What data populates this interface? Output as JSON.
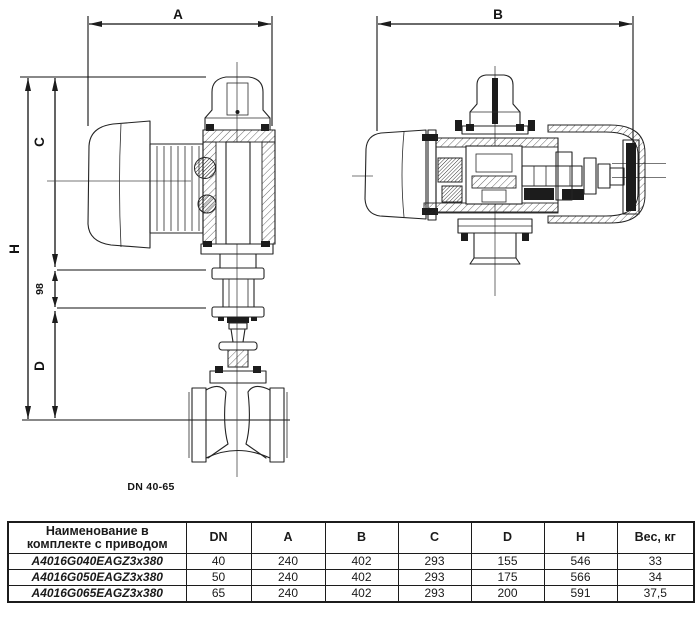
{
  "drawing": {
    "dims": {
      "a": "A",
      "b": "B",
      "c": "C",
      "h": "H",
      "d": "D",
      "stem": "98"
    },
    "caption": "DN 40-65"
  },
  "table": {
    "headers": {
      "name_l1": "Наименование в",
      "name_l2": "комплекте с приводом",
      "dn": "DN",
      "a": "A",
      "b": "B",
      "c": "C",
      "d": "D",
      "h": "H",
      "weight": "Вес, кг"
    },
    "rows": [
      {
        "name": "A4016G040EAGZ3x380",
        "dn": "40",
        "a": "240",
        "b": "402",
        "c": "293",
        "d": "155",
        "h": "546",
        "weight": "33"
      },
      {
        "name": "A4016G050EAGZ3x380",
        "dn": "50",
        "a": "240",
        "b": "402",
        "c": "293",
        "d": "175",
        "h": "566",
        "weight": "34"
      },
      {
        "name": "A4016G065EAGZ3x380",
        "dn": "65",
        "a": "240",
        "b": "402",
        "c": "293",
        "d": "200",
        "h": "591",
        "weight": "37,5"
      }
    ]
  }
}
